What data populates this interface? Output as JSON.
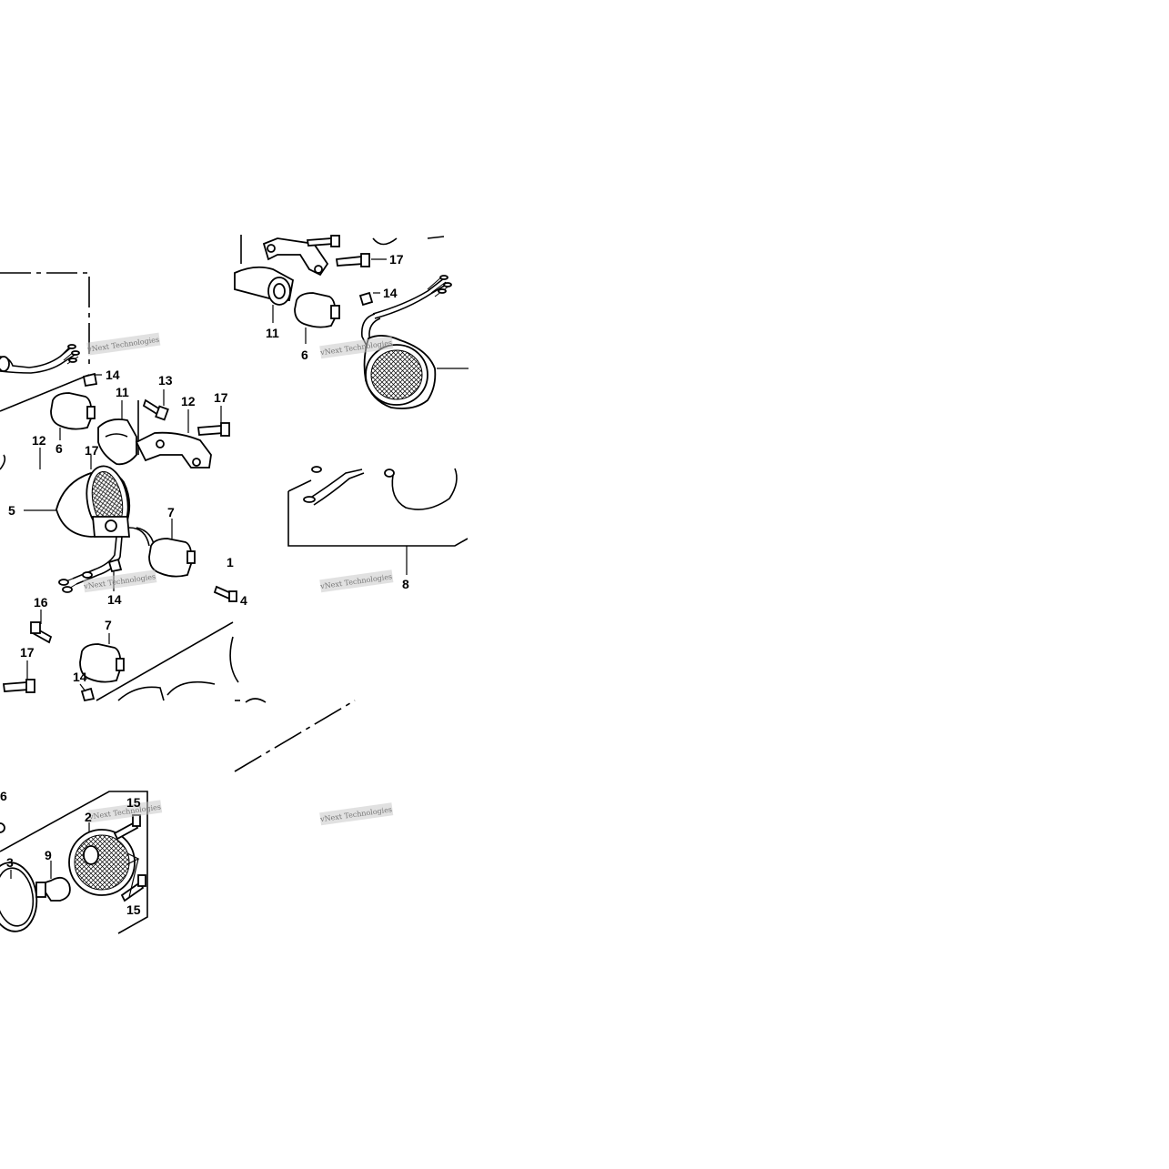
{
  "diagram": {
    "watermark_text": "vNext Technologies",
    "callouts": [
      {
        "id": "c1",
        "text": "14"
      },
      {
        "id": "c2",
        "text": "13"
      },
      {
        "id": "c3",
        "text": "11"
      },
      {
        "id": "c4",
        "text": "12"
      },
      {
        "id": "c5",
        "text": "17"
      },
      {
        "id": "c6",
        "text": "6"
      },
      {
        "id": "c7",
        "text": "12"
      },
      {
        "id": "c8",
        "text": "17"
      },
      {
        "id": "c9",
        "text": "5"
      },
      {
        "id": "c10",
        "text": "7"
      },
      {
        "id": "c11",
        "text": "14"
      },
      {
        "id": "c12",
        "text": "1"
      },
      {
        "id": "c13",
        "text": "4"
      },
      {
        "id": "c14",
        "text": "16"
      },
      {
        "id": "c15",
        "text": "7"
      },
      {
        "id": "c16",
        "text": "17"
      },
      {
        "id": "c17",
        "text": "14"
      },
      {
        "id": "c18",
        "text": "17"
      },
      {
        "id": "c19",
        "text": "14"
      },
      {
        "id": "c20",
        "text": "11"
      },
      {
        "id": "c21",
        "text": "6"
      },
      {
        "id": "c22",
        "text": "8"
      },
      {
        "id": "c23",
        "text": "6"
      },
      {
        "id": "c24",
        "text": "15"
      },
      {
        "id": "c25",
        "text": "2"
      },
      {
        "id": "c26",
        "text": "3"
      },
      {
        "id": "c27",
        "text": "9"
      },
      {
        "id": "c28",
        "text": "15"
      }
    ]
  }
}
